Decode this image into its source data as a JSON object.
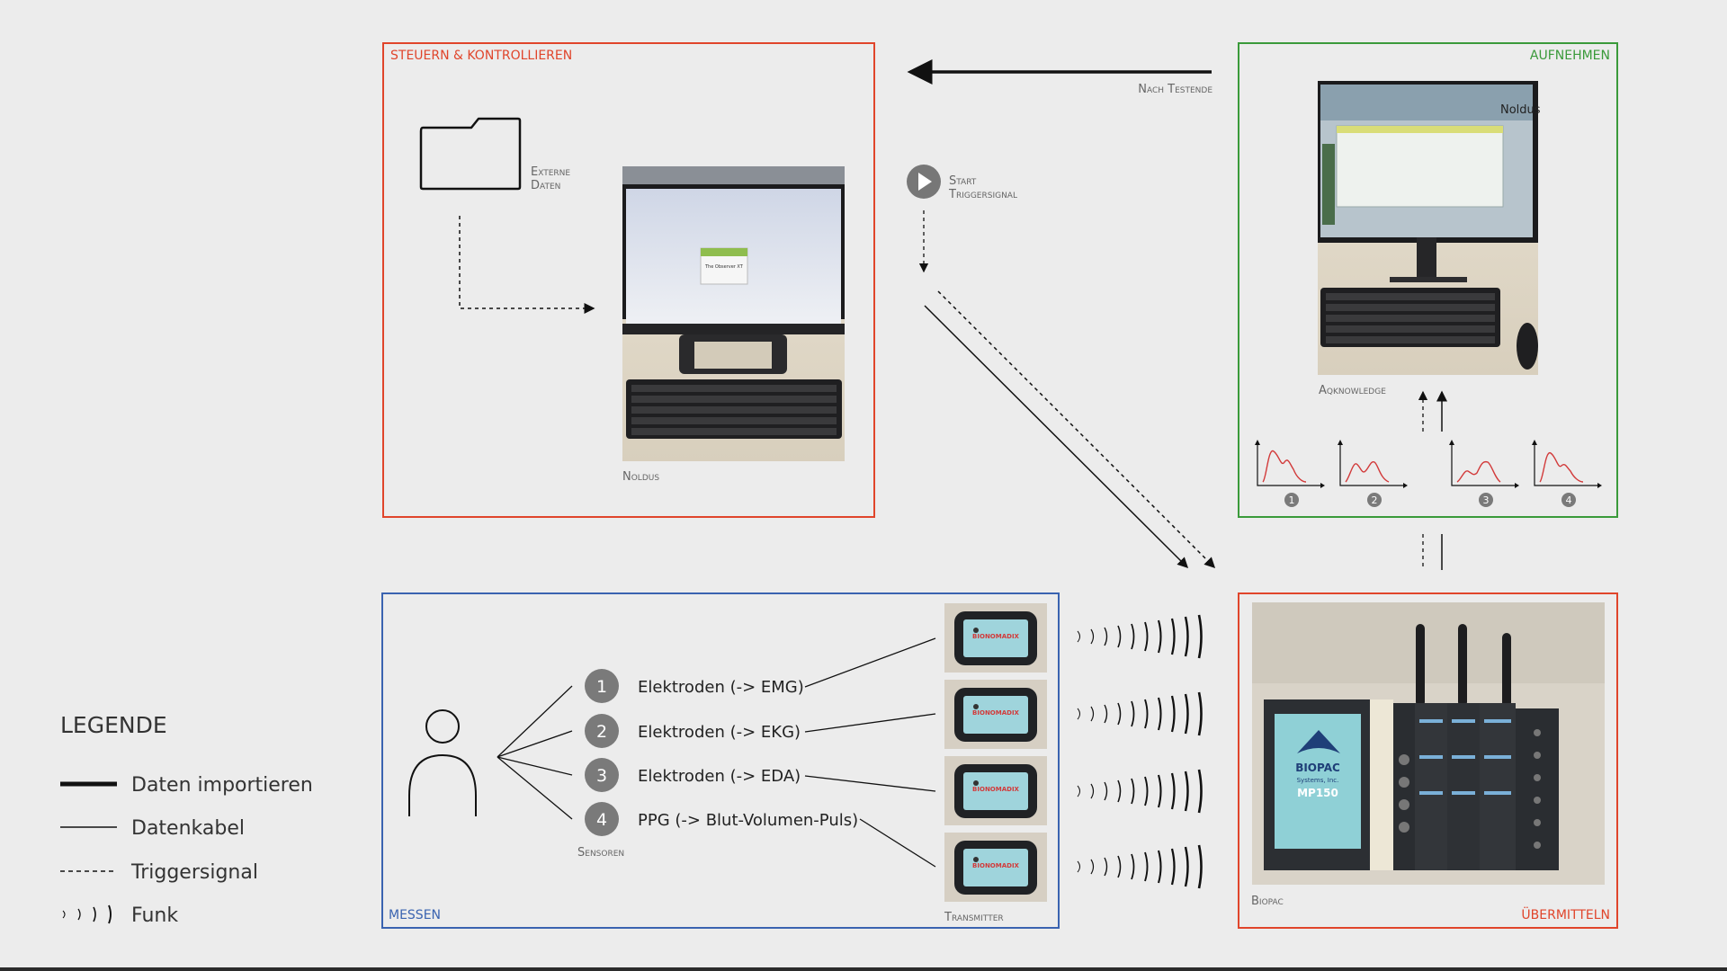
{
  "sections": {
    "control": {
      "title": "STEUERN & KONTROLLIEREN",
      "color": "#e0452b"
    },
    "record": {
      "title": "AUFNEHMEN",
      "color": "#3a9a3a"
    },
    "measure": {
      "title": "MESSEN",
      "color": "#3a63b0"
    },
    "transmit": {
      "title": "ÜBERMITTELN",
      "color": "#e0452b"
    }
  },
  "labels": {
    "externe_daten": [
      "Externe",
      "Daten"
    ],
    "noldus": "Noldus",
    "nach_testende": "Nach Testende",
    "start_trigger": [
      "Start",
      "Triggersignal"
    ],
    "aqknowledge": "Aqknowledge",
    "sensoren": "Sensoren",
    "transmitter": "Transmitter",
    "biopac": "Biopac",
    "screen_noldus_logo": "Noldus",
    "screen_dialog_text": "The Observer XT",
    "biopac_brand": "BIOPAC",
    "biopac_sub": "Systems, Inc.",
    "biopac_model": "MP150",
    "transmitter_brand": "BIONOMADIX"
  },
  "sensors": [
    {
      "num": "1",
      "label": "Elektroden (-> EMG)"
    },
    {
      "num": "2",
      "label": "Elektroden (-> EKG)"
    },
    {
      "num": "3",
      "label": "Elektroden (-> EDA)"
    },
    {
      "num": "4",
      "label": "PPG (-> Blut-Volumen-Puls)"
    }
  ],
  "signal_numbers": [
    "1",
    "2",
    "3",
    "4"
  ],
  "legend": {
    "title": "LEGENDE",
    "items": [
      {
        "label": "Daten importieren",
        "style": "thick"
      },
      {
        "label": "Datenkabel",
        "style": "thin"
      },
      {
        "label": "Triggersignal",
        "style": "dashed"
      },
      {
        "label": "Funk",
        "style": "wireless"
      }
    ]
  }
}
